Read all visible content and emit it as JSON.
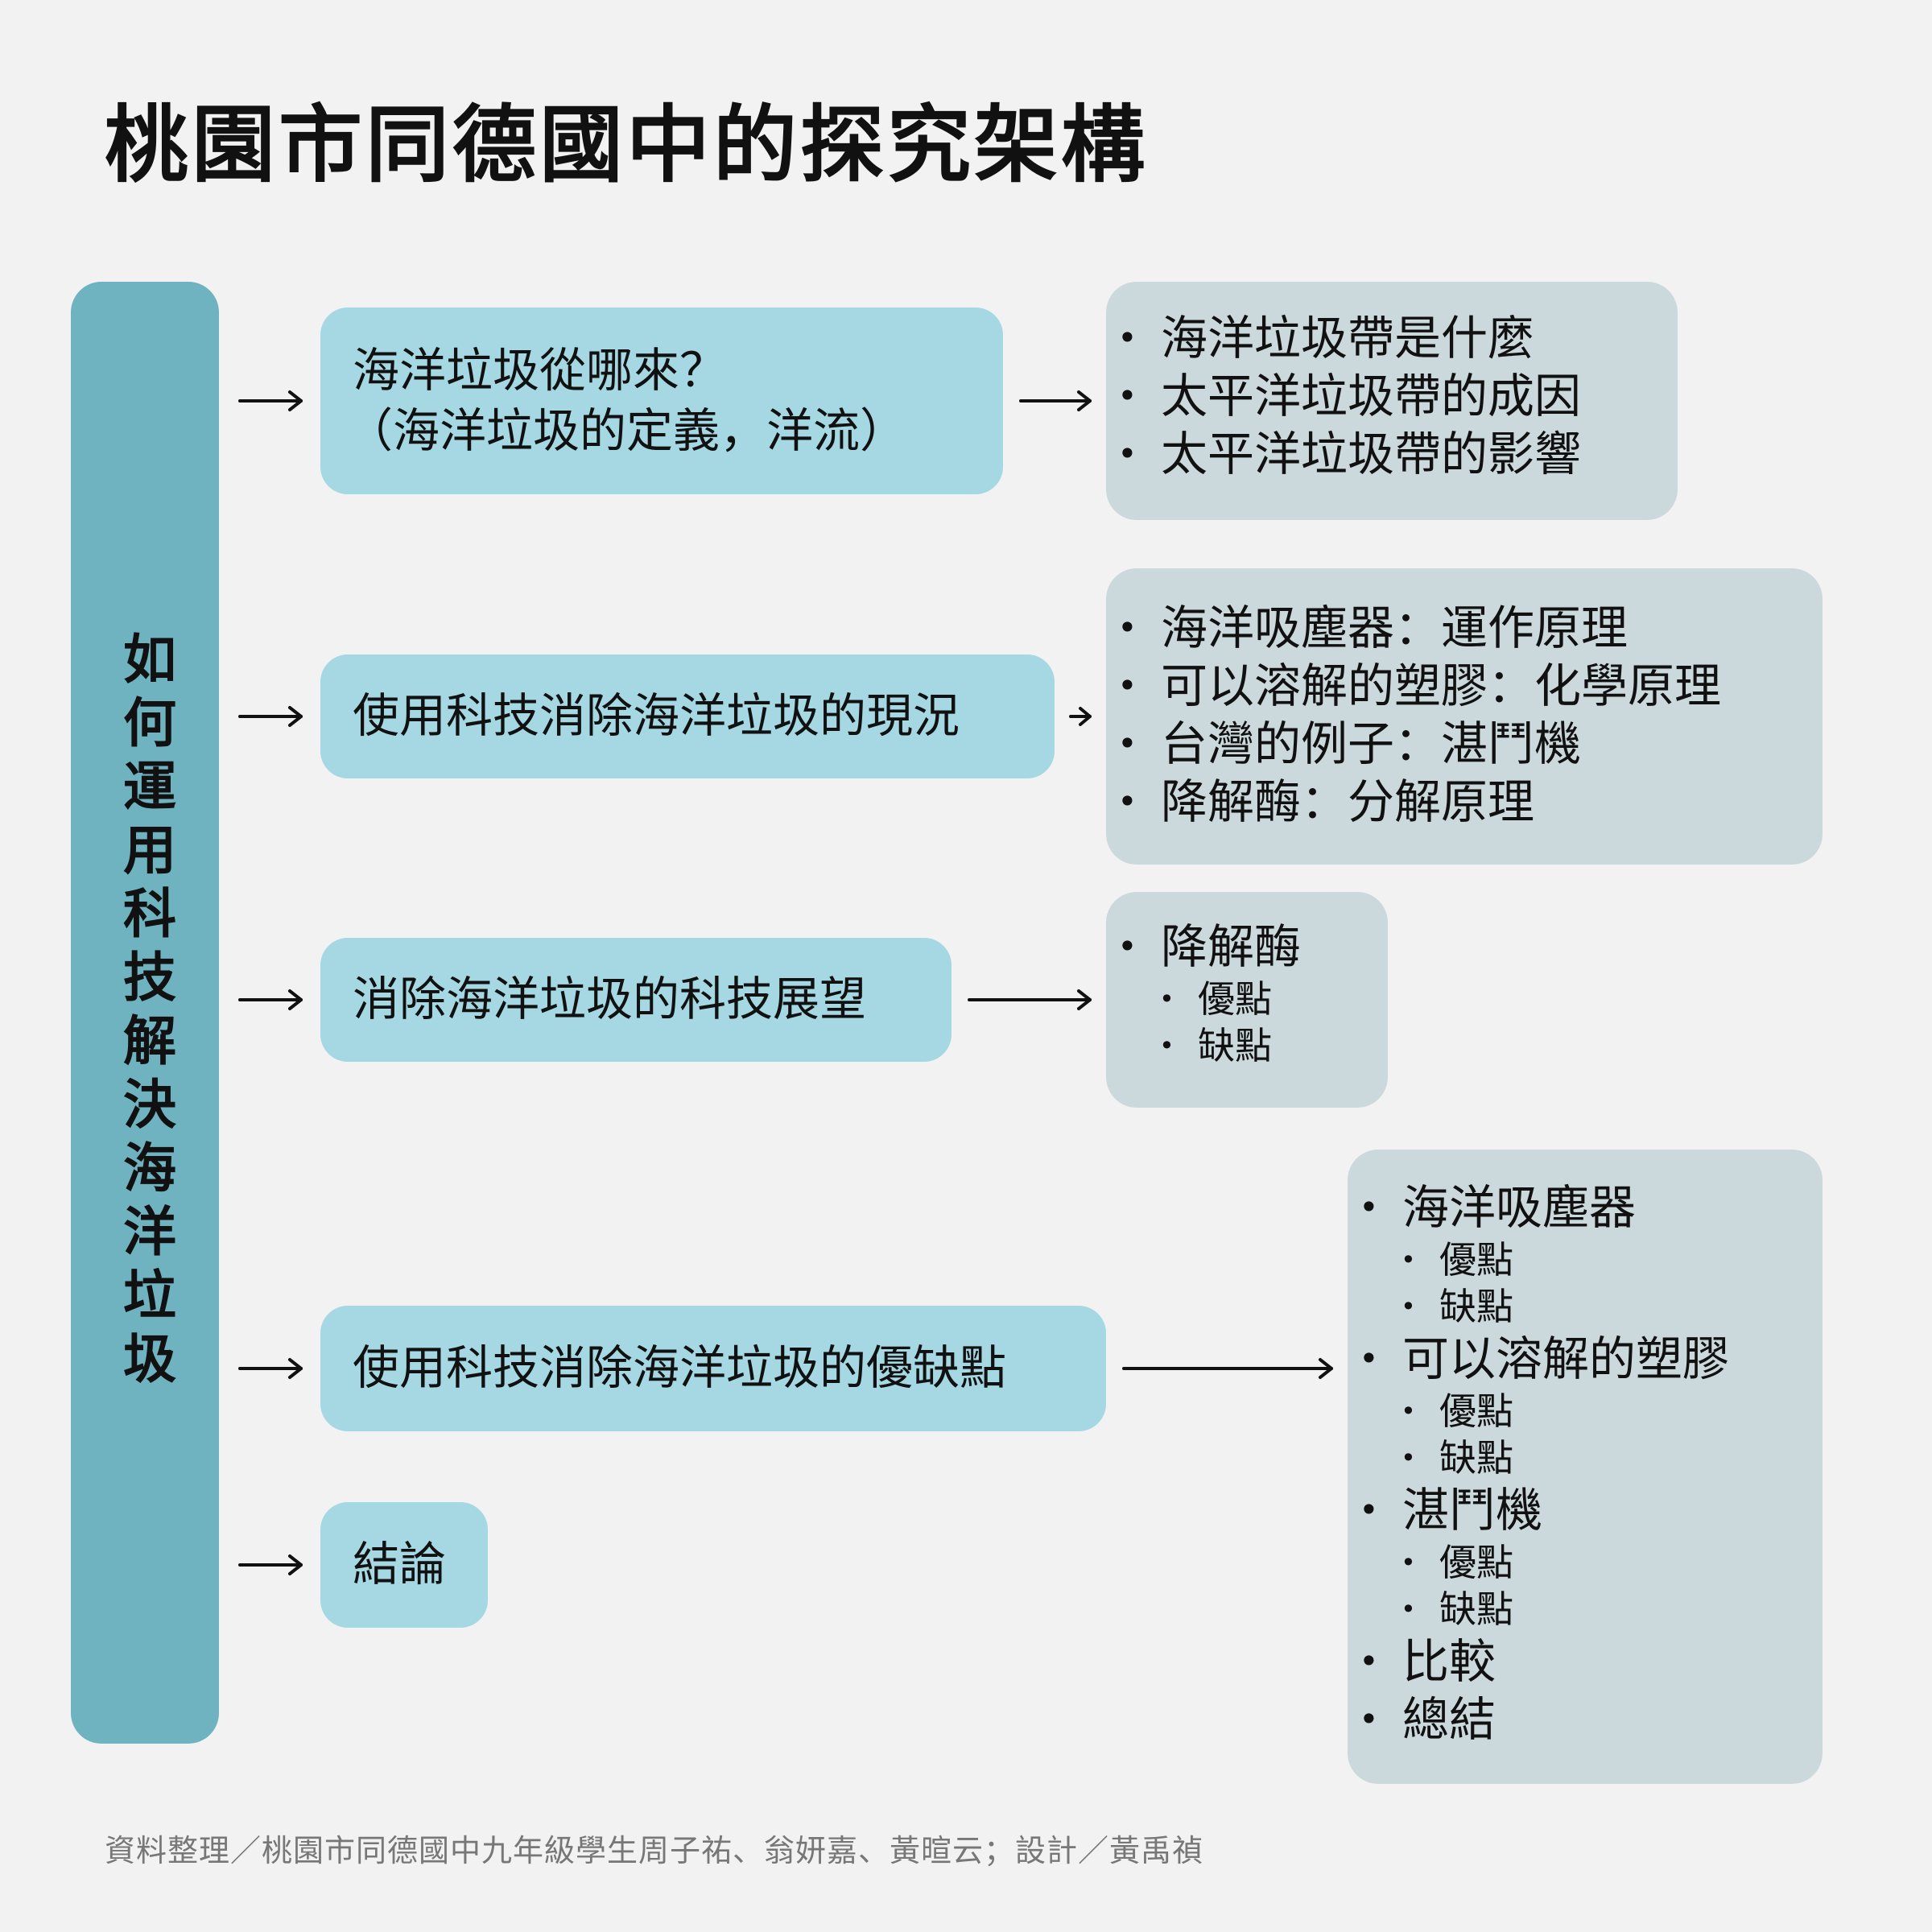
{
  "title": "桃園市同德國中的探究架構",
  "root": "如何運用科技解決海洋垃圾",
  "nodes": {
    "n1": {
      "line1": "海洋垃圾從哪來？",
      "line2": "（海洋垃圾的定義，洋流）"
    },
    "n2": "使用科技消除海洋垃圾的現況",
    "n3": "消除海洋垃圾的科技展望",
    "n4": "使用科技消除海洋垃圾的優缺點",
    "n5": "結論"
  },
  "details": {
    "d1": [
      "海洋垃圾帶是什麼",
      "太平洋垃圾帶的成因",
      "太平洋垃圾帶的影響"
    ],
    "d2": [
      "海洋吸塵器：運作原理",
      "可以溶解的塑膠：化學原理",
      "台灣的例子：湛鬥機",
      "降解酶：分解原理"
    ],
    "d3": {
      "item": "降解酶",
      "subs": [
        "優點",
        "缺點"
      ]
    },
    "d4": [
      {
        "item": "海洋吸塵器",
        "subs": [
          "優點",
          "缺點"
        ]
      },
      {
        "item": "可以溶解的塑膠",
        "subs": [
          "優點",
          "缺點"
        ]
      },
      {
        "item": "湛鬥機",
        "subs": [
          "優點",
          "缺點"
        ]
      },
      {
        "item": "比較"
      },
      {
        "item": "總結"
      }
    ]
  },
  "credit": "資料整理／桃園市同德國中九年級學生周子祐、翁妍嘉、黃暄云；設計／黃禹禎",
  "colors": {
    "background": "#f2f2f2",
    "root": "#6fb2c0",
    "node": "#a5d8e2",
    "detail_box": "#ccd9dc",
    "text": "#111111",
    "credit": "#777777"
  }
}
